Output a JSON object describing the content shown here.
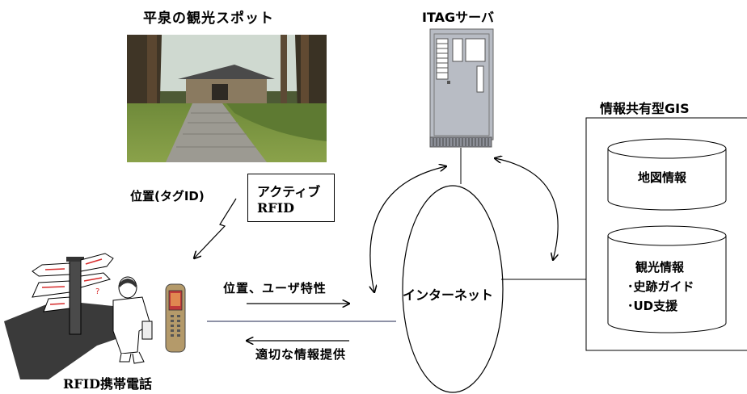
{
  "labels": {
    "spot_title": "平泉の観光スポット",
    "server_title": "ITAGサーバ",
    "gis_title": "情報共有型GIS",
    "position_tag": "位置(タグID)",
    "active_rfid_line1": "アクティブ",
    "active_rfid_line2": "RFID",
    "internet": "インターネット",
    "position_user": "位置、ユーザ特性",
    "info_provide": "適切な情報提供",
    "phone_label": "RFID携帯電話",
    "db_map": "地図情報",
    "db_tour_line1": "観光情報",
    "db_tour_line2": "･史跡ガイド",
    "db_tour_line3": "･UD支援"
  },
  "icons": {
    "photo": "temple-photo",
    "server": "server-icon",
    "person": "person-at-signpost-icon",
    "phone": "mobile-phone-icon",
    "signal": "wireless-signal-icon"
  },
  "colors": {
    "server_fill": "#b8bcc4",
    "line": "#000000",
    "phone_link": "#4a5270"
  }
}
